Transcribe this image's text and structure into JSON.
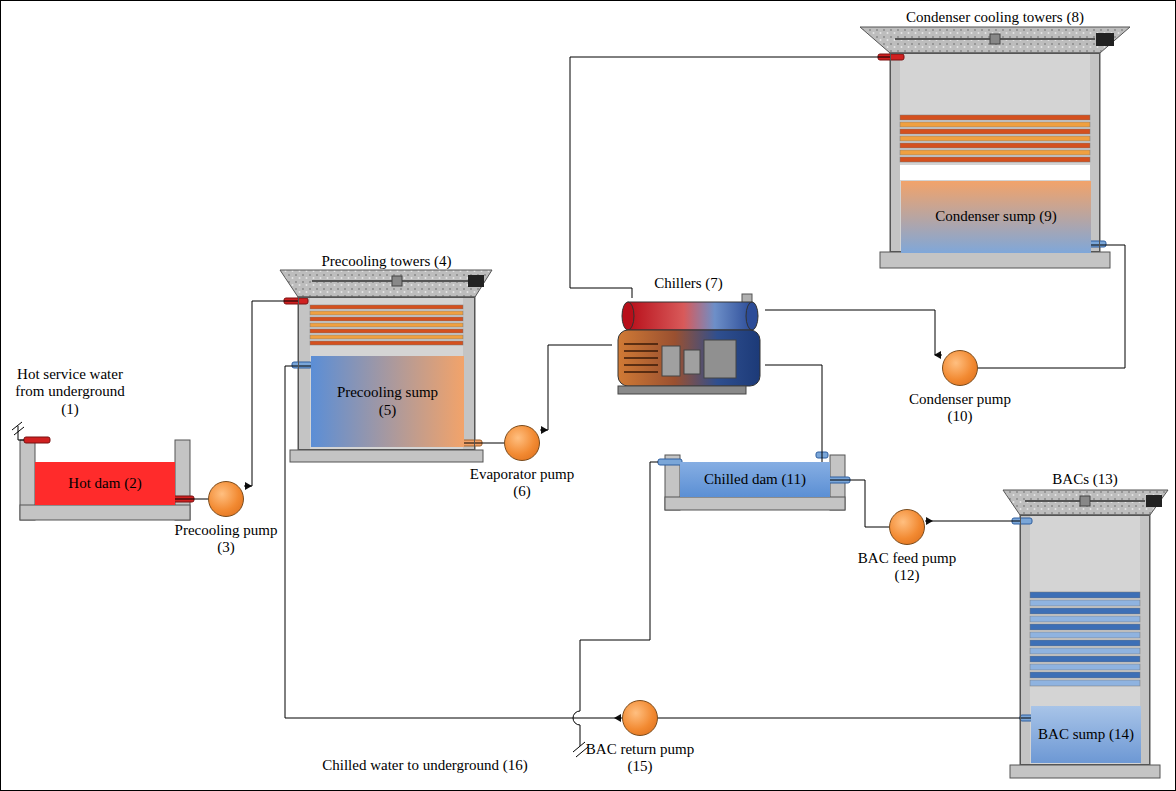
{
  "diagram": {
    "nodes": [
      {
        "text": [
          "Hot dam (2)"
        ]
      },
      {
        "text": [
          "Precooling pump (3)"
        ]
      },
      {
        "text": [
          "Precooling towers (4)"
        ]
      },
      {
        "text": [
          "Precooling sump (5)"
        ],
        "in": 2
      },
      {
        "text": [
          "Evaporator pump (6)"
        ]
      },
      {
        "text": [
          "Chillers (7)"
        ]
      },
      {
        "text": [
          "Condenser cooling towers (8)"
        ]
      },
      {
        "text": [
          "Condenser sump (9)"
        ],
        "in": 6
      },
      {
        "text": [
          "Condenser pump (10)"
        ]
      },
      {
        "text": [
          "Chilled dam (11)"
        ]
      },
      {
        "text": [
          "BAC feed pump (12)"
        ]
      },
      {
        "text": [
          "BACs (13)"
        ]
      },
      {
        "text": [
          "BAC sump (14)"
        ],
        "in": 11
      },
      {
        "text": [
          "BAC return pump (15)"
        ]
      }
    ],
    "edges": [
      {
        "from": 0,
        "to": 1,
        "arrow": "none"
      },
      {
        "from": 1,
        "to": 2,
        "arrow": "none"
      },
      {
        "from": 3,
        "to": 4,
        "arrow": "none"
      },
      {
        "from": 4,
        "to": 5,
        "arrow": "none"
      },
      {
        "from": 5,
        "to": 9,
        "arrow": "none"
      },
      {
        "from": 5,
        "to": 6,
        "arrow": "none"
      },
      {
        "from": 7,
        "to": 8,
        "arrow": "none"
      },
      {
        "from": 8,
        "to": 5,
        "arrow": "none"
      },
      {
        "from": 9,
        "to": 10,
        "arrow": "none"
      },
      {
        "from": 10,
        "to": 11,
        "arrow": "none"
      },
      {
        "from": 12,
        "to": 13,
        "arrow": "none"
      },
      {
        "from": 13,
        "to": 3,
        "arrow": "none"
      }
    ],
    "labels": [
      "Hot service water from underground (1)",
      "Chilled water to underground (16)"
    ]
  }
}
